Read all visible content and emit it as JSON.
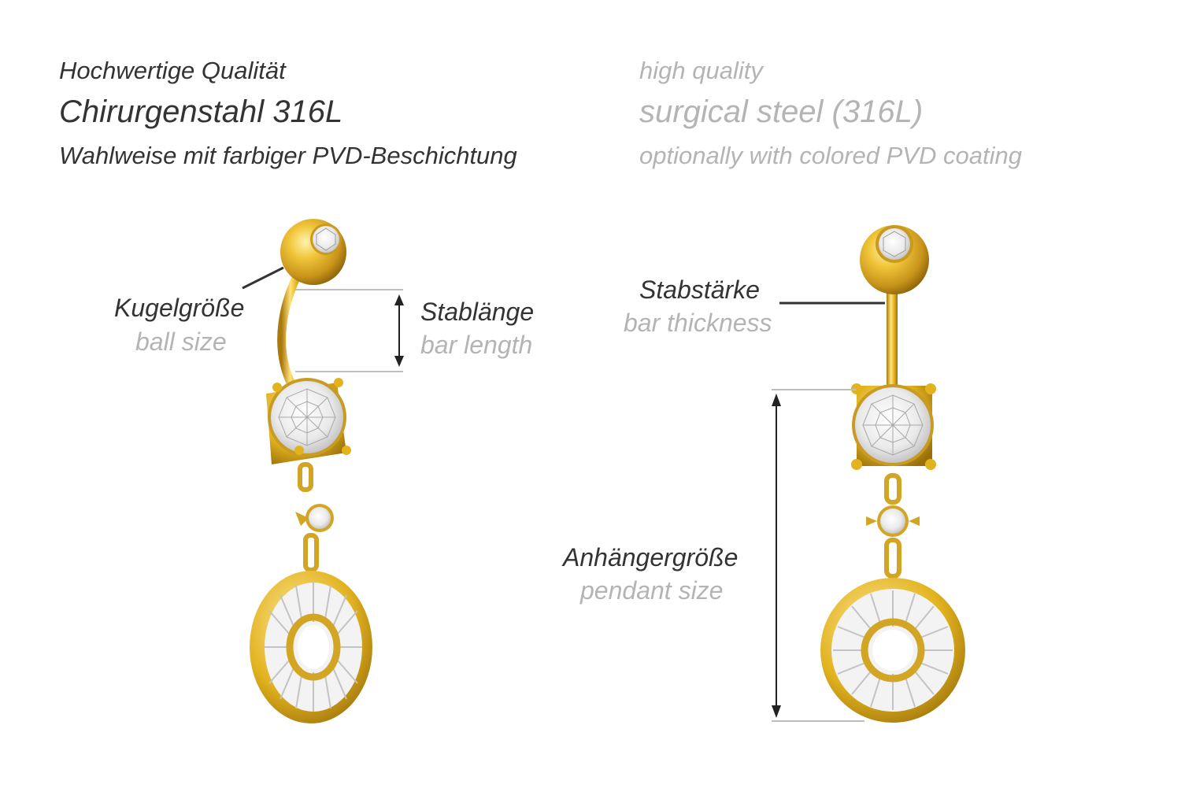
{
  "header": {
    "de": {
      "line1": "Hochwertige Qualität",
      "line2": "Chirurgenstahl 316L",
      "line3": "Wahlweise mit farbiger PVD-Beschichtung"
    },
    "en": {
      "line1": "high quality",
      "line2": "surgical steel (316L)",
      "line3": "optionally with colored PVD coating"
    }
  },
  "labels": {
    "ball_size": {
      "de": "Kugelgröße",
      "en": "ball size"
    },
    "bar_length": {
      "de": "Stablänge",
      "en": "bar length"
    },
    "bar_thickness": {
      "de": "Stabstärke",
      "en": "bar thickness"
    },
    "pendant_size": {
      "de": "Anhängergröße",
      "en": "pendant size"
    }
  },
  "colors": {
    "gold": "#e2b31f",
    "gold_dark": "#b8860b",
    "gold_light": "#ffe27a",
    "text_dark": "#333333",
    "text_light": "#b4b4b4"
  }
}
